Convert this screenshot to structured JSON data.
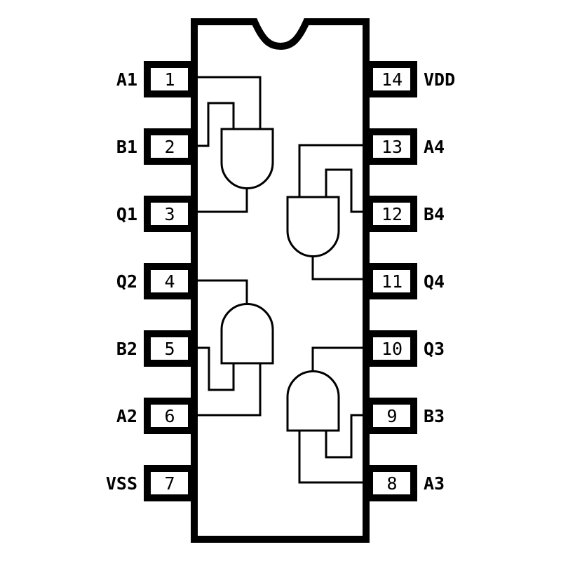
{
  "chip": {
    "left_pins": [
      {
        "number": "1",
        "label": "A1"
      },
      {
        "number": "2",
        "label": "B1"
      },
      {
        "number": "3",
        "label": "Q1"
      },
      {
        "number": "4",
        "label": "Q2"
      },
      {
        "number": "5",
        "label": "B2"
      },
      {
        "number": "6",
        "label": "A2"
      },
      {
        "number": "7",
        "label": "VSS"
      }
    ],
    "right_pins": [
      {
        "number": "14",
        "label": "VDD"
      },
      {
        "number": "13",
        "label": "A4"
      },
      {
        "number": "12",
        "label": "B4"
      },
      {
        "number": "11",
        "label": "Q4"
      },
      {
        "number": "10",
        "label": "Q3"
      },
      {
        "number": "9",
        "label": "B3"
      },
      {
        "number": "8",
        "label": "A3"
      }
    ],
    "gates": [
      {
        "type": "AND",
        "inputs": [
          "A1",
          "B1"
        ],
        "output": "Q1"
      },
      {
        "type": "AND",
        "inputs": [
          "A2",
          "B2"
        ],
        "output": "Q2"
      },
      {
        "type": "AND",
        "inputs": [
          "A3",
          "B3"
        ],
        "output": "Q3"
      },
      {
        "type": "AND",
        "inputs": [
          "A4",
          "B4"
        ],
        "output": "Q4"
      }
    ],
    "colors": {
      "stroke": "#000000",
      "fill": "#ffffff"
    }
  }
}
